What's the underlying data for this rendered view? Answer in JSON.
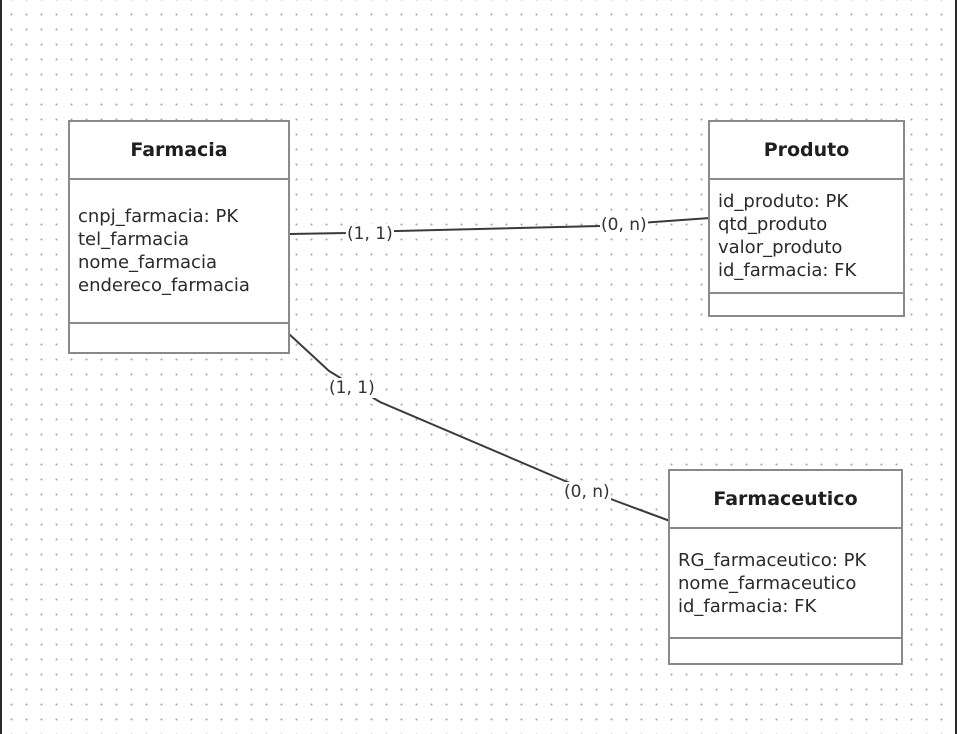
{
  "entities": {
    "farmacia": {
      "title": "Farmacia",
      "attributes": [
        "cnpj_farmacia: PK",
        "tel_farmacia",
        "nome_farmacia",
        "endereco_farmacia"
      ]
    },
    "produto": {
      "title": "Produto",
      "attributes": [
        "id_produto: PK",
        "qtd_produto",
        "valor_produto",
        "id_farmacia: FK"
      ]
    },
    "farmaceutico": {
      "title": "Farmaceutico",
      "attributes": [
        "RG_farmaceutico: PK",
        "nome_farmaceutico",
        "id_farmacia: FK"
      ]
    }
  },
  "relationships": {
    "farmacia_produto": {
      "source_cardinality": "(1, 1)",
      "target_cardinality": "(0, n)"
    },
    "farmacia_farmaceutico": {
      "source_cardinality": "(1, 1)",
      "target_cardinality": "(0, n)"
    }
  },
  "colors": {
    "entity_border": "#8a8a8a",
    "connector": "#3a3a3a",
    "grid_dot": "#a9a9a9"
  }
}
